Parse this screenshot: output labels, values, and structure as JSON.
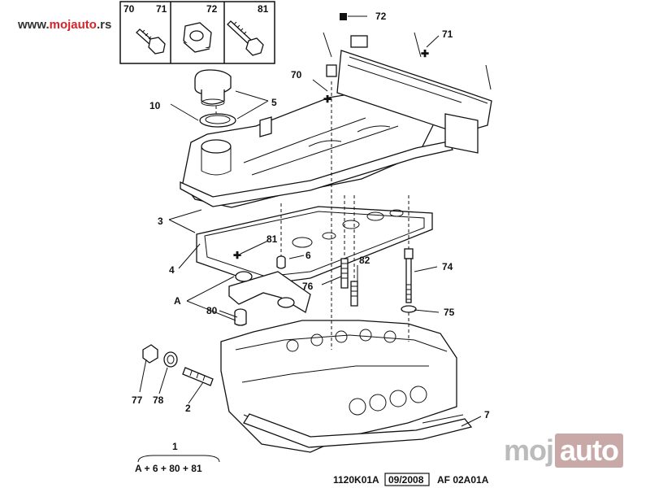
{
  "watermark": {
    "part1": "www.",
    "part2": "mojauto",
    "part3": ".rs"
  },
  "logo": {
    "part1": "moj",
    "part2": "auto"
  },
  "inset": {
    "labels": [
      "70",
      "71",
      "72",
      "81"
    ]
  },
  "callouts": {
    "l72": "72",
    "l71": "71",
    "l70": "70",
    "l10": "10",
    "l5": "5",
    "l3": "3",
    "l4": "4",
    "l81": "81",
    "l6": "6",
    "l76": "76",
    "l82": "82",
    "l74": "74",
    "lA": "A",
    "l80": "80",
    "l75": "75",
    "l77": "77",
    "l78": "78",
    "l2": "2",
    "l7": "7",
    "l1": "1"
  },
  "formula": "A + 6 + 80 + 81",
  "footer": {
    "code": "1120K01A",
    "date": "09/2008",
    "ref": "AF 02A01A"
  }
}
